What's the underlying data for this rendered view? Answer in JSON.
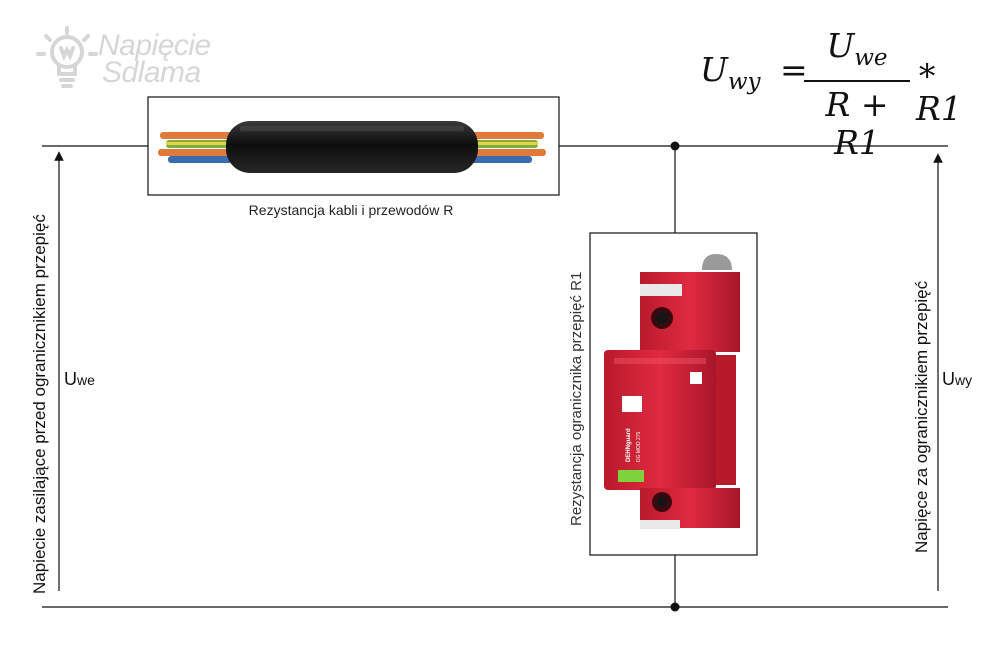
{
  "logo": {
    "line1": "Napięcie",
    "line2": "Sdlama"
  },
  "formula": {
    "lhs": "U",
    "lhs_sub": "wy",
    "equals": "=",
    "num": "U",
    "num_sub": "we",
    "den": "R + R1",
    "rest": "∗ R1"
  },
  "cable_label": "Rezystancja kabli i przewodów R",
  "spd_label": "Rezystancja ogranicznika przepięć R1",
  "input": {
    "label": "Napiecie zasilające przed ogranicznikiem przepięć",
    "symbol": "U",
    "symbol_sub": "we"
  },
  "output": {
    "label": "Napięce za ogranicznikiem przepięć",
    "symbol": "U",
    "symbol_sub": "wy"
  },
  "device_text": {
    "brand": "DEHNguard",
    "model": "DG MOD 275"
  },
  "colors": {
    "line": "#111111",
    "spd_red": "#d8243a",
    "cable_black": "#1c1c1c",
    "copper": "#e07a3a"
  }
}
